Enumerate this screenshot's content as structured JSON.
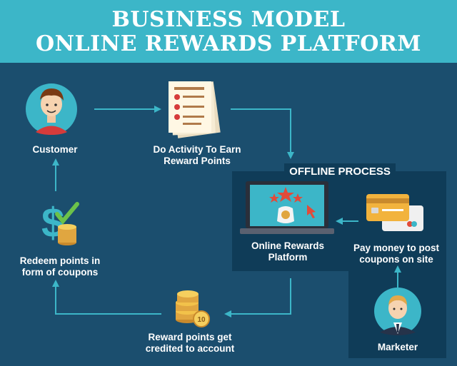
{
  "header": {
    "line1": "BUSINESS MODEL",
    "line2": "ONLINE REWARDS PLATFORM"
  },
  "offline_title": "OFFLINE PROCESS",
  "nodes": {
    "customer": "Customer",
    "activity_line1": "Do Activity To Earn",
    "activity_line2": "Reward Points",
    "platform_line1": "Online Rewards",
    "platform_line2": "Platform",
    "pay_line1": "Pay money to post",
    "pay_line2": "coupons on site",
    "marketer": "Marketer",
    "credited_line1": "Reward points get",
    "credited_line2": "credited to account",
    "redeem_line1": "Redeem points in",
    "redeem_line2": "form of coupons"
  },
  "coin_value": "10",
  "colors": {
    "background": "#1b4e6e",
    "header": "#3cb6c8",
    "panel": "#0f3c58",
    "arrow": "#3cb6c8"
  }
}
